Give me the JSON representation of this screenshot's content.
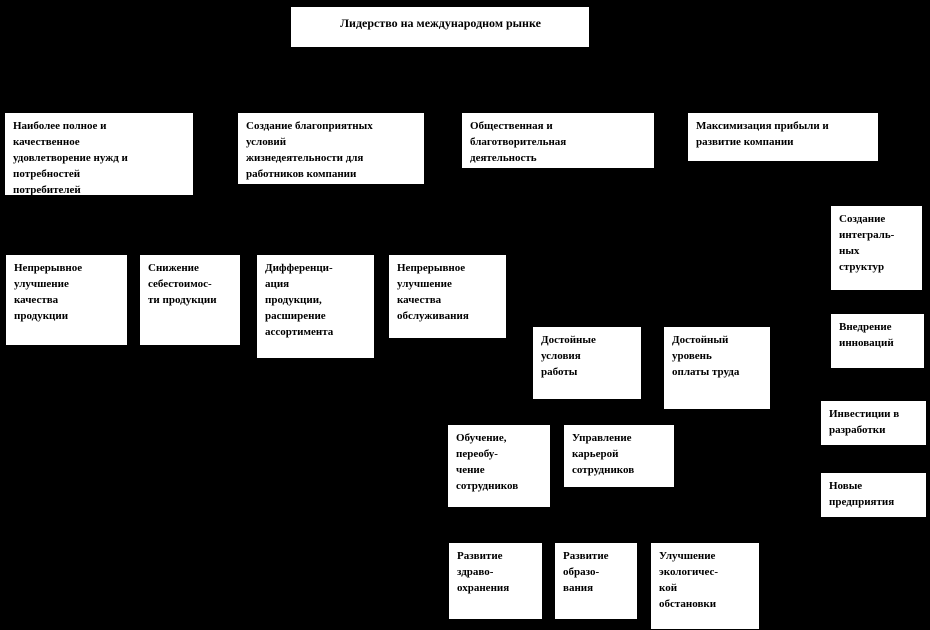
{
  "diagram": {
    "title": "Лидерство на международном рынке",
    "background_color": "#000000",
    "node_fill_color": "#ffffff",
    "node_text_color": "#000000",
    "root": {
      "label": "Лидерство на международном рынке"
    },
    "level1": [
      {
        "label": "Наиболее полное  и\nкачественное\nудовлетворение нужд  и\nпотребностей\nпотребителей"
      },
      {
        "label": "Создание благоприятных\nусловий\nжизнедеятельности для\nработников компании"
      },
      {
        "label": "Общественная и\nблаготворительная\nдеятельность"
      },
      {
        "label": "Максимизация прибыли и\nразвитие компании"
      }
    ],
    "level2": [
      {
        "label": "Непрерывное\nулучшение\nкачества\nпродукции"
      },
      {
        "label": "Снижение\nсебестоимос-\nти продукции"
      },
      {
        "label": "Дифференци-\nация\nпродукции,\nрасширение\nассортимента"
      },
      {
        "label": "Непрерывное\nулучшение\nкачества\nобслуживания"
      },
      {
        "label": "Достойные\nусловия\nработы"
      },
      {
        "label": "Достойный\nуровень\nоплаты труда"
      },
      {
        "label": "Обучение,\nпереобу-\nчение\nсотрудников"
      },
      {
        "label": "Управление\nкарьерой\nсотрудников"
      },
      {
        "label": "Развитие\nздраво-\nохранения"
      },
      {
        "label": "Развитие\nобразо-\nвания"
      },
      {
        "label": "Улучшение\nэкологичес-\nкой\nобстановки"
      }
    ],
    "right_column": [
      {
        "label": "Создание\nинтеграль-\nных\nструктур"
      },
      {
        "label": "Внедрение\nинноваций"
      },
      {
        "label": "Инвестиции в\nразработки"
      },
      {
        "label": "Новые\nпредприятия"
      }
    ]
  }
}
